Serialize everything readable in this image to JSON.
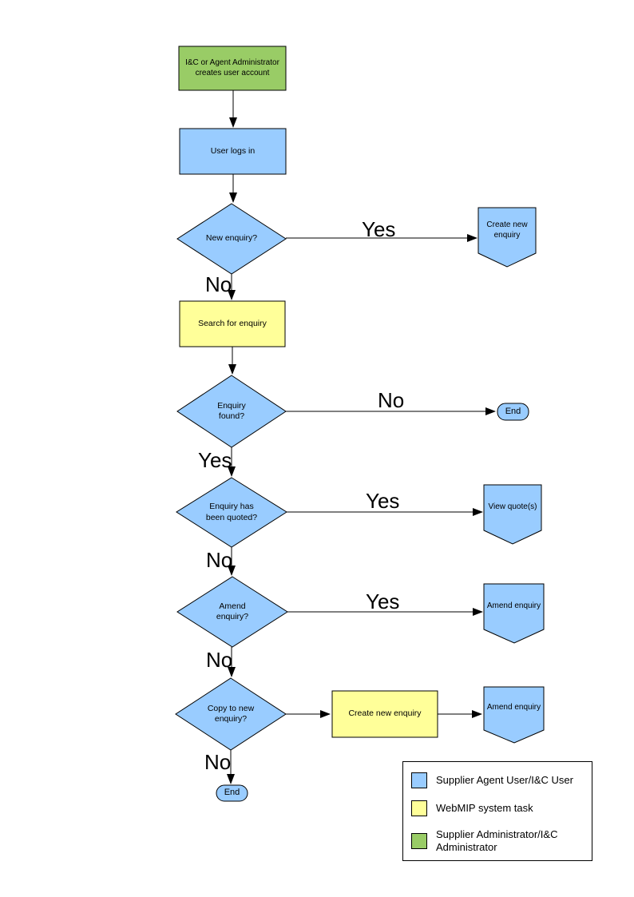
{
  "diagram": {
    "type": "flowchart",
    "colors": {
      "user_blue": "#99CCFF",
      "system_yellow": "#FFFF99",
      "admin_green": "#99CC66",
      "outline": "#000000"
    },
    "nodes": {
      "admin_creates_account": {
        "label": "I&C or Agent Administrator\ncreates user account",
        "shape": "process",
        "role": "admin_green"
      },
      "user_logs_in": {
        "label": "User logs in",
        "shape": "process",
        "role": "user_blue"
      },
      "new_enquiry": {
        "label": "New enquiry?",
        "shape": "decision",
        "role": "user_blue"
      },
      "create_new_enquiry_offpage": {
        "label": "Create new\nenquiry",
        "shape": "offpage",
        "role": "user_blue"
      },
      "search_for_enquiry": {
        "label": "Search for enquiry",
        "shape": "process",
        "role": "system_yellow"
      },
      "enquiry_found": {
        "label": "Enquiry\nfound?",
        "shape": "decision",
        "role": "user_blue"
      },
      "end_after_search": {
        "label": "End",
        "shape": "terminator",
        "role": "user_blue"
      },
      "enquiry_quoted": {
        "label": "Enquiry has\nbeen quoted?",
        "shape": "decision",
        "role": "user_blue"
      },
      "view_quotes": {
        "label": "View quote(s)",
        "shape": "offpage",
        "role": "user_blue"
      },
      "amend_enquiry_decision": {
        "label": "Amend\nenquiry?",
        "shape": "decision",
        "role": "user_blue"
      },
      "amend_enquiry_offpage_a": {
        "label": "Amend enquiry",
        "shape": "offpage",
        "role": "user_blue"
      },
      "copy_to_new_enquiry": {
        "label": "Copy to new\nenquiry?",
        "shape": "decision",
        "role": "user_blue"
      },
      "create_new_enquiry_task": {
        "label": "Create new enquiry",
        "shape": "process",
        "role": "system_yellow"
      },
      "amend_enquiry_offpage_b": {
        "label": "Amend enquiry",
        "shape": "offpage",
        "role": "user_blue"
      },
      "end_final": {
        "label": "End",
        "shape": "terminator",
        "role": "user_blue"
      }
    },
    "edge_labels": {
      "new_enquiry_yes": "Yes",
      "new_enquiry_no": "No",
      "enquiry_found_no": "No",
      "enquiry_found_yes": "Yes",
      "enquiry_quoted_yes": "Yes",
      "enquiry_quoted_no": "No",
      "amend_enquiry_yes": "Yes",
      "amend_enquiry_no": "No",
      "copy_to_new_enquiry_no": "No"
    },
    "legend": {
      "items": [
        {
          "label": "Supplier Agent User/I&C User",
          "color": "#99CCFF"
        },
        {
          "label": "WebMIP system task",
          "color": "#FFFF99"
        },
        {
          "label": "Supplier Administrator/I&C\nAdministrator",
          "color": "#99CC66"
        }
      ]
    }
  }
}
